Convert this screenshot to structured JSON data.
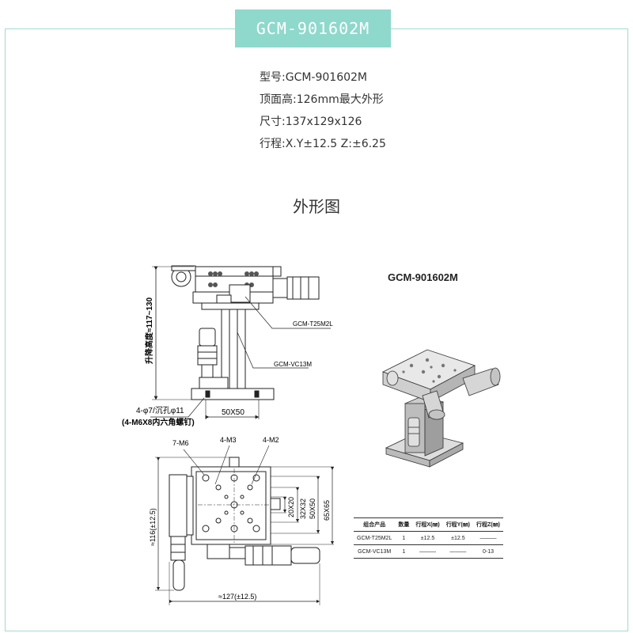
{
  "product": {
    "title": "GCM-901602M",
    "specs": [
      "型号:GCM-901602M",
      "顶面高:126mm最大外形",
      "尺寸:137x129x126",
      "行程:X.Y±12.5 Z:±6.25"
    ]
  },
  "section_title": "外形图",
  "side_view": {
    "label_t25": "GCM-T25M2L",
    "label_vc13": "GCM-VC13M",
    "height_label": "升降高度≈117~130",
    "hole_label": "4-φ7/沉孔φ11",
    "screw_label": "(4-M6X8内六角螺钉)",
    "base_label": "50X50"
  },
  "top_view": {
    "label_7m6": "7-M6",
    "label_4m3": "4-M3",
    "label_4m2": "4-M2",
    "dim_20x20": "20X20",
    "dim_32x32": "32X32",
    "dim_50x50": "50X50",
    "dim_65x65": "65X65",
    "dim_left": "≈116(±12.5)",
    "dim_bottom": "≈127(±12.5)"
  },
  "iso_view": {
    "model_label": "GCM-901602M"
  },
  "combo_table": {
    "headers": [
      "组合产品",
      "数量",
      "行程X(㎜)",
      "行程Y(㎜)",
      "行程Z(㎜)"
    ],
    "rows": [
      [
        "GCM-T25M2L",
        "1",
        "±12.5",
        "±12.5",
        "———"
      ],
      [
        "GCM-VC13M",
        "1",
        "———",
        "———",
        "0-13"
      ]
    ]
  }
}
